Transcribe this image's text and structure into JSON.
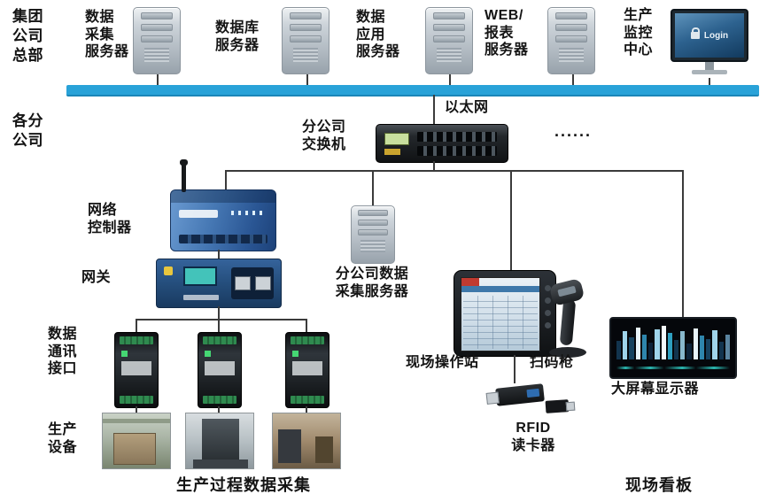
{
  "colors": {
    "ethernet_bar": "#29a2d8",
    "line": "#3b3b3b"
  },
  "hq": {
    "label": "集团\n公司\n总部"
  },
  "branch": {
    "label": "各分\n公司"
  },
  "servers": {
    "collect": "数据\n采集\n服务器",
    "database": "数据库\n服务器",
    "app": "数据\n应用\n服务器",
    "web": "WEB/\n报表\n服务器"
  },
  "monitor": {
    "label": "生产\n监控\n中心",
    "screen_text": "Login"
  },
  "ethernet": {
    "label": "以太网"
  },
  "switch": {
    "label": "分公司\n交换机"
  },
  "misc": {
    "dots": "......"
  },
  "controller": {
    "label": "网络\n控制器"
  },
  "gateway": {
    "label": "网关"
  },
  "dtu": {
    "label": "数据\n通讯\n接口"
  },
  "equipment": {
    "label": "生产\n设备"
  },
  "branch_server": {
    "label": "分公司数据\n采集服务器"
  },
  "station": {
    "label": "现场操作站"
  },
  "scanner": {
    "label": "扫码枪"
  },
  "rfid": {
    "label": "RFID\n读卡器"
  },
  "bigscreen": {
    "label": "大屏幕显示器",
    "bars": [
      {
        "h": 55,
        "c": "#12344e"
      },
      {
        "h": 85,
        "c": "#9fd4ea"
      },
      {
        "h": 65,
        "c": "#16425f"
      },
      {
        "h": 95,
        "c": "#e8f4fa"
      },
      {
        "h": 75,
        "c": "#2e86ad"
      },
      {
        "h": 50,
        "c": "#0d2238"
      },
      {
        "h": 90,
        "c": "#9fd4ea"
      },
      {
        "h": 100,
        "c": "#f4fafc"
      },
      {
        "h": 78,
        "c": "#2e9fc0"
      },
      {
        "h": 58,
        "c": "#12344e"
      },
      {
        "h": 85,
        "c": "#88b8cc"
      },
      {
        "h": 48,
        "c": "#0d2238"
      },
      {
        "h": 92,
        "c": "#e8f4fa"
      },
      {
        "h": 70,
        "c": "#2e86ad"
      },
      {
        "h": 60,
        "c": "#16425f"
      },
      {
        "h": 88,
        "c": "#9fd4ea"
      },
      {
        "h": 52,
        "c": "#12344e"
      },
      {
        "h": 74,
        "c": "#5a84a0"
      }
    ]
  },
  "footer": {
    "left": "生产过程数据采集",
    "right": "现场看板"
  }
}
